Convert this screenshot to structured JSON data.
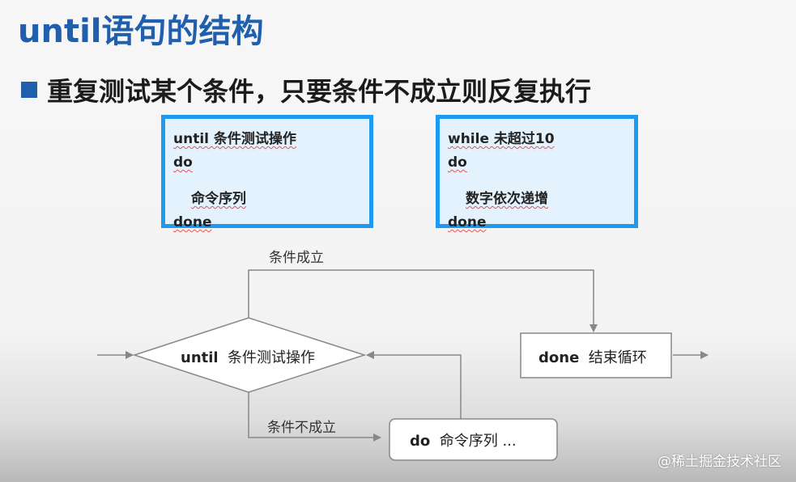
{
  "title": "until语句的结构",
  "subtitle": "重复测试某个条件，只要条件不成立则反复执行",
  "until_box": {
    "line1": "until 条件测试操作",
    "line2": "do",
    "line3": "命令序列",
    "line4": "done"
  },
  "while_box": {
    "line1": "while 未超过10",
    "line2": "do",
    "line3": "数字依次递增",
    "line4": "done"
  },
  "flow": {
    "condition_true_label": "条件成立",
    "condition_false_label": "条件不成立",
    "decision_keyword": "until",
    "decision_text": "条件测试操作",
    "done_keyword": "done",
    "done_text": "结束循环",
    "do_keyword": "do",
    "do_text": "命令序列 ..."
  },
  "watermark": "@稀土掘金技术社区",
  "colors": {
    "title_blue": "#1f5fae",
    "box_border": "#1e9bf0",
    "box_fill": "#e4f2fd",
    "line_gray": "#888888"
  }
}
